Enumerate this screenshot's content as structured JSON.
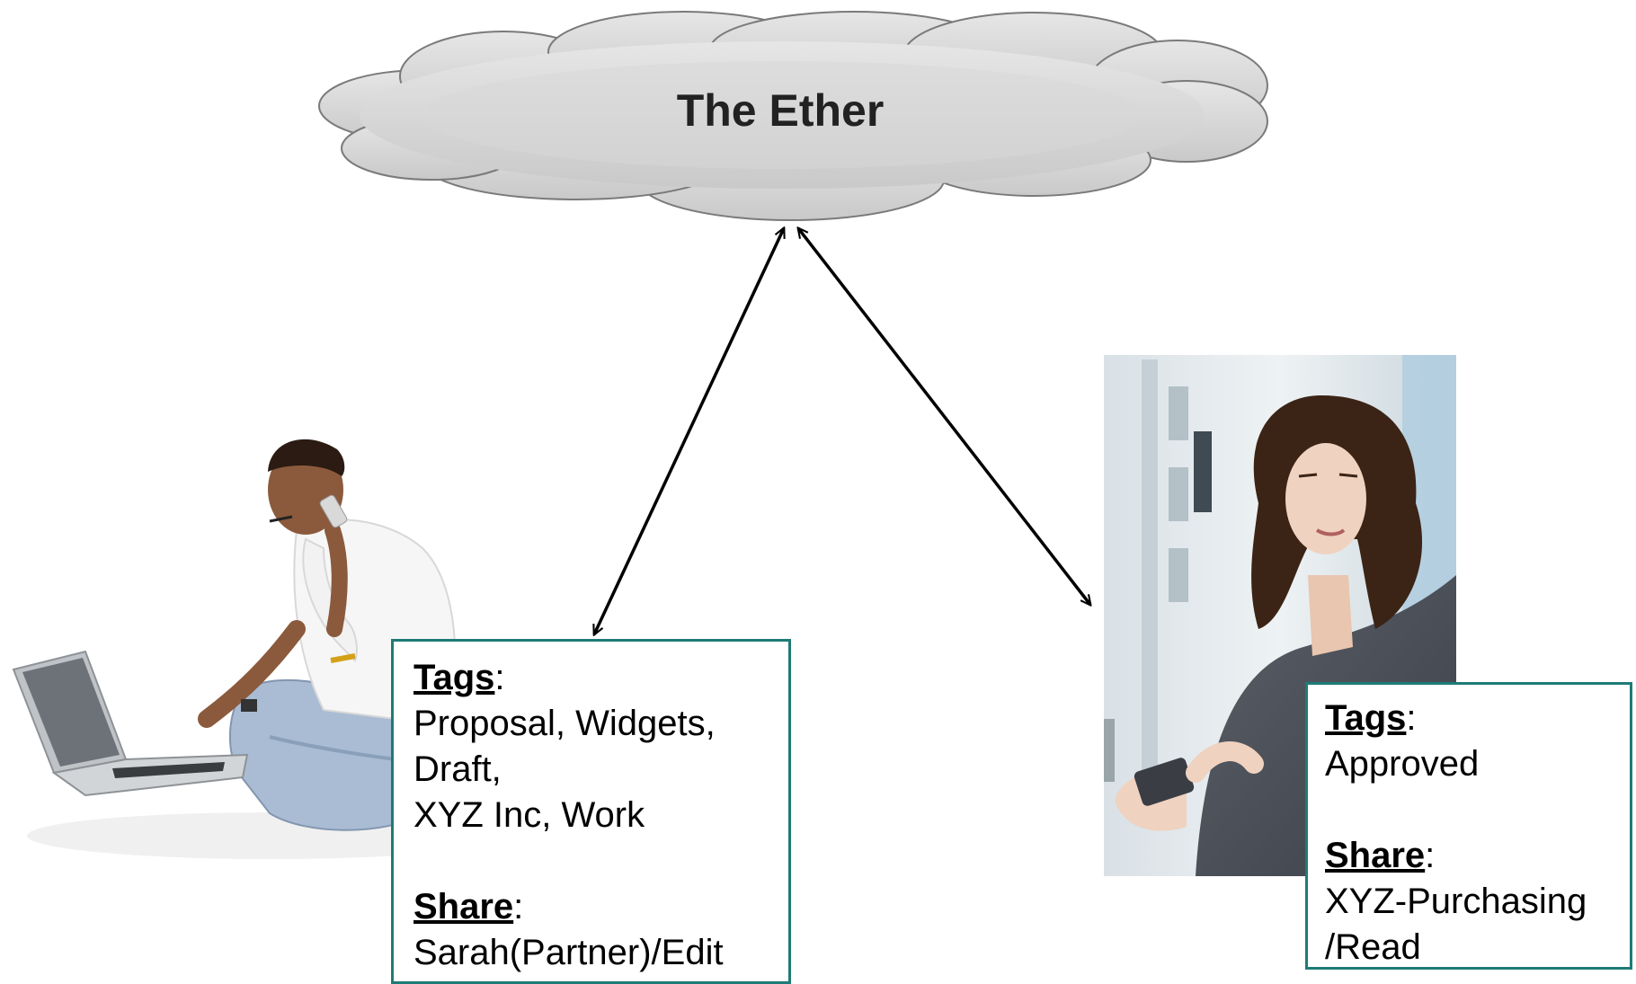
{
  "cloud": {
    "title": "The Ether",
    "fill_color": "#d3d3d3",
    "stroke_color": "#7a7a7a"
  },
  "connectors": {
    "color": "#000000",
    "style": "double-headed-arrow"
  },
  "people": {
    "left": {
      "image": "man-with-laptop-and-phone"
    },
    "right": {
      "image": "woman-in-grey-jacket-with-handheld-device"
    }
  },
  "left_card": {
    "tags_label": "Tags",
    "tags_lines": [
      "Proposal, Widgets,",
      "Draft,",
      "XYZ Inc, Work"
    ],
    "share_label": "Share",
    "share_lines": [
      "Sarah(Partner)/Edit"
    ]
  },
  "right_card": {
    "tags_label": "Tags",
    "tags_lines": [
      "Approved"
    ],
    "share_label": "Share",
    "share_lines": [
      "XYZ-Purchasing",
      "/Read"
    ]
  },
  "box_border_color": "#1e7b76"
}
